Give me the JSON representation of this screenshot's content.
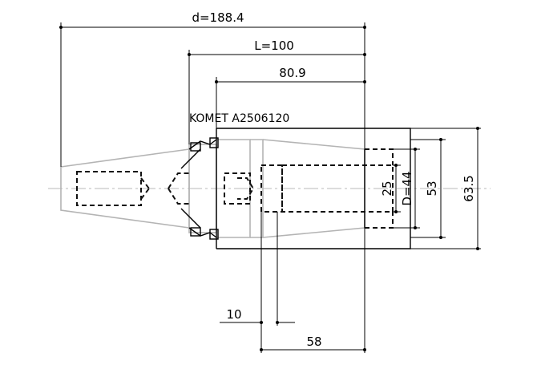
{
  "drawing": {
    "part_label": "KOMET A2506120",
    "dimensions": {
      "overall_length": "d=188.4",
      "length_l": "L=100",
      "length_80": "80.9",
      "diameter_25": "25",
      "diameter_d": "D=44",
      "diameter_53": "53",
      "diameter_63": "63.5",
      "width_10": "10",
      "length_58": "58"
    }
  }
}
